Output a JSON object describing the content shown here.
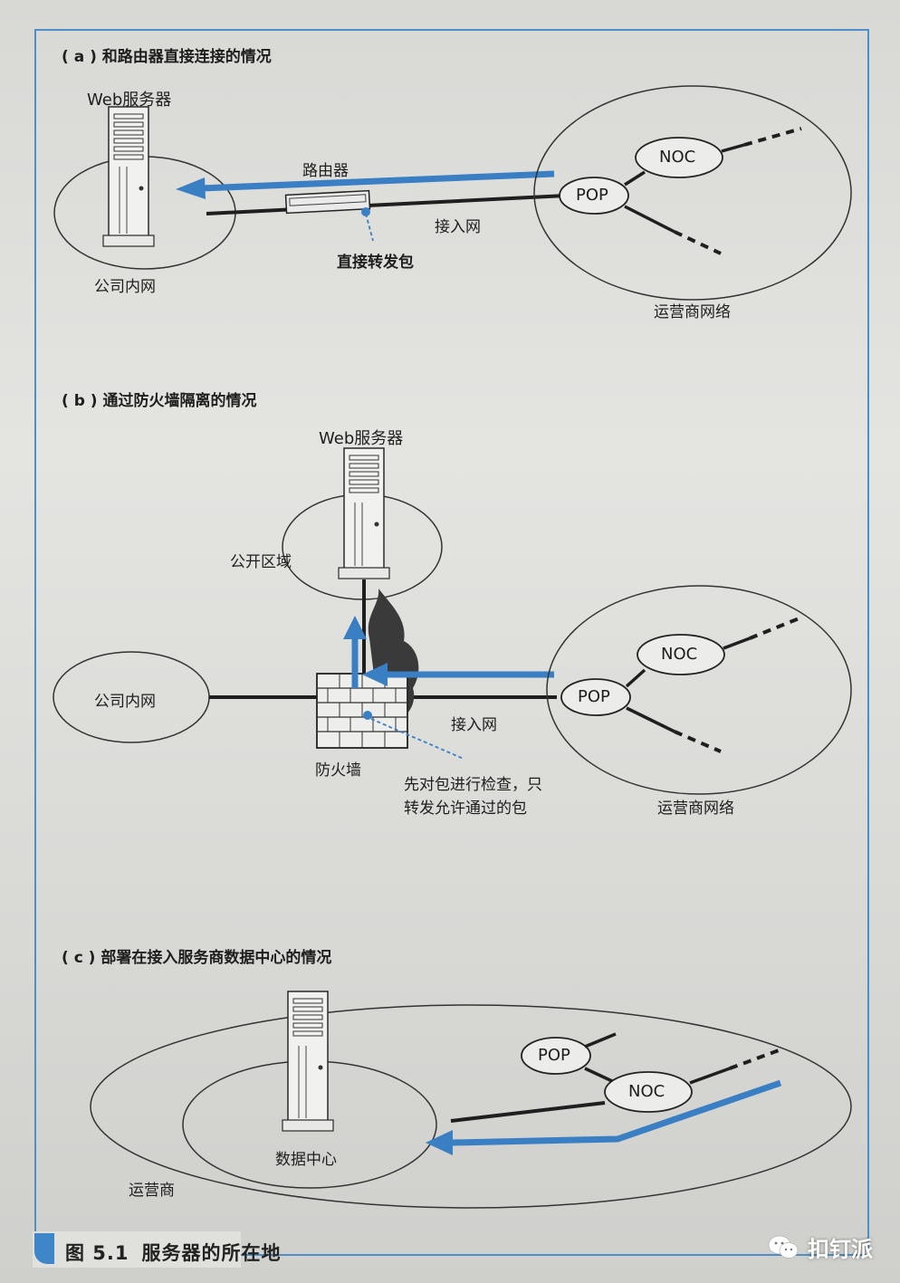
{
  "figure": {
    "caption_number": "图 5.1",
    "caption_title": "服务器的所在地"
  },
  "section_a": {
    "title": "( a ) 和路由器直接连接的情况",
    "web_server": "Web服务器",
    "router": "路由器",
    "access_net": "接入网",
    "direct_forward": "直接转发包",
    "company_lan": "公司内网",
    "carrier_net": "运营商网络",
    "noc": "NOC",
    "pop": "POP"
  },
  "section_b": {
    "title": "( b ) 通过防火墙隔离的情况",
    "web_server": "Web服务器",
    "public_zone": "公开区域",
    "company_lan": "公司内网",
    "firewall": "防火墙",
    "access_net": "接入网",
    "check_line1": "先对包进行检查，只",
    "check_line2": "转发允许通过的包",
    "carrier_net": "运营商网络",
    "noc": "NOC",
    "pop": "POP"
  },
  "section_c": {
    "title": "( c ) 部署在接入服务商数据中心的情况",
    "data_center": "数据中心",
    "carrier": "运营商",
    "pop": "POP",
    "noc": "NOC"
  },
  "watermark": {
    "text": "扣钉派",
    "icon": "wechat-icon"
  },
  "colors": {
    "accent_blue": "#3a7fc4",
    "frame_blue": "#4f8fc9",
    "line_dark": "#1f1f1f"
  }
}
